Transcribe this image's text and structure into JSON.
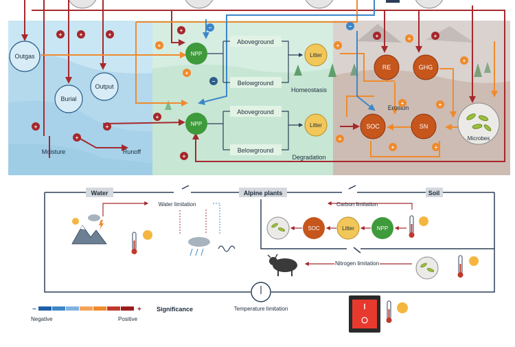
{
  "top_panel": {
    "water_nodes": {
      "outgas": "Outgas",
      "burial": "Burial",
      "output": "Output",
      "moisture": "Moisture",
      "runoff": "Runoff"
    },
    "plant_upper": {
      "npp": "NPP",
      "aboveground": "Aboveground",
      "belowground": "Belowground",
      "litter": "Litter",
      "state": "Homeostasis"
    },
    "plant_lower": {
      "npp": "NPP",
      "aboveground": "Aboveground",
      "belowground": "Belowground",
      "litter": "Litter",
      "state": "Degradation"
    },
    "soil_nodes": {
      "re": "RE",
      "ghg": "GHG",
      "soc": "SOC",
      "sn": "SN",
      "erosion": "Erosion",
      "microbes": "Microbes"
    },
    "signs": {
      "positive": "+",
      "negative": "−"
    }
  },
  "bottom_panel": {
    "water": "Water",
    "alpine_plants": "Alpine plants",
    "soil": "Soil",
    "water_limitation": "Water limitation",
    "carbon_limitation": "Carbon limitation",
    "nitrogen_limitation": "Nitrogen limitation",
    "temperature_limitation": "Temperature limitation",
    "carbon_chain": {
      "soc": "SOC",
      "litter": "Litter",
      "npp": "NPP"
    }
  },
  "legend": {
    "title": "Significance",
    "negative": "Negative",
    "positive": "Positive",
    "minus": "−",
    "plus": "+",
    "scale_colors": [
      "#1f5fa8",
      "#3f86c8",
      "#7fb4e0",
      "#f4a259",
      "#f08a2c",
      "#c0392b",
      "#9b1c1c"
    ]
  },
  "colors": {
    "positive_dark": "#a5282c",
    "positive_light": "#f08a2c",
    "negative_blue": "#3c86c8",
    "npp_green": "#3e9a3a",
    "litter_yellow": "#f2c75a",
    "soil_node": "#c6561b",
    "water_node": "#d7ecf7",
    "switch_red": "#e8392e"
  }
}
